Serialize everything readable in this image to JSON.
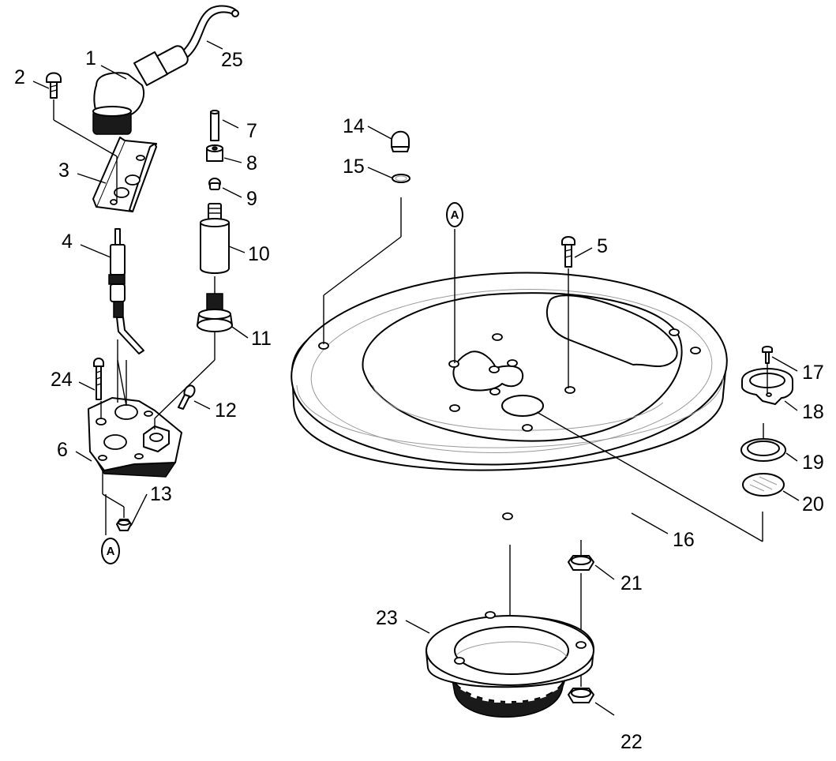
{
  "labels": {
    "p1": "1",
    "p2": "2",
    "p3": "3",
    "p4": "4",
    "p5": "5",
    "p6": "6",
    "p7": "7",
    "p8": "8",
    "p9": "9",
    "p10": "10",
    "p11": "11",
    "p12": "12",
    "p13": "13",
    "p14": "14",
    "p15": "15",
    "p16": "16",
    "p17": "17",
    "p18": "18",
    "p19": "19",
    "p20": "20",
    "p21": "21",
    "p22": "22",
    "p23": "23",
    "p24": "24",
    "p25": "25"
  },
  "reference_marks": {
    "a_bottom": "A",
    "a_top": "A"
  }
}
